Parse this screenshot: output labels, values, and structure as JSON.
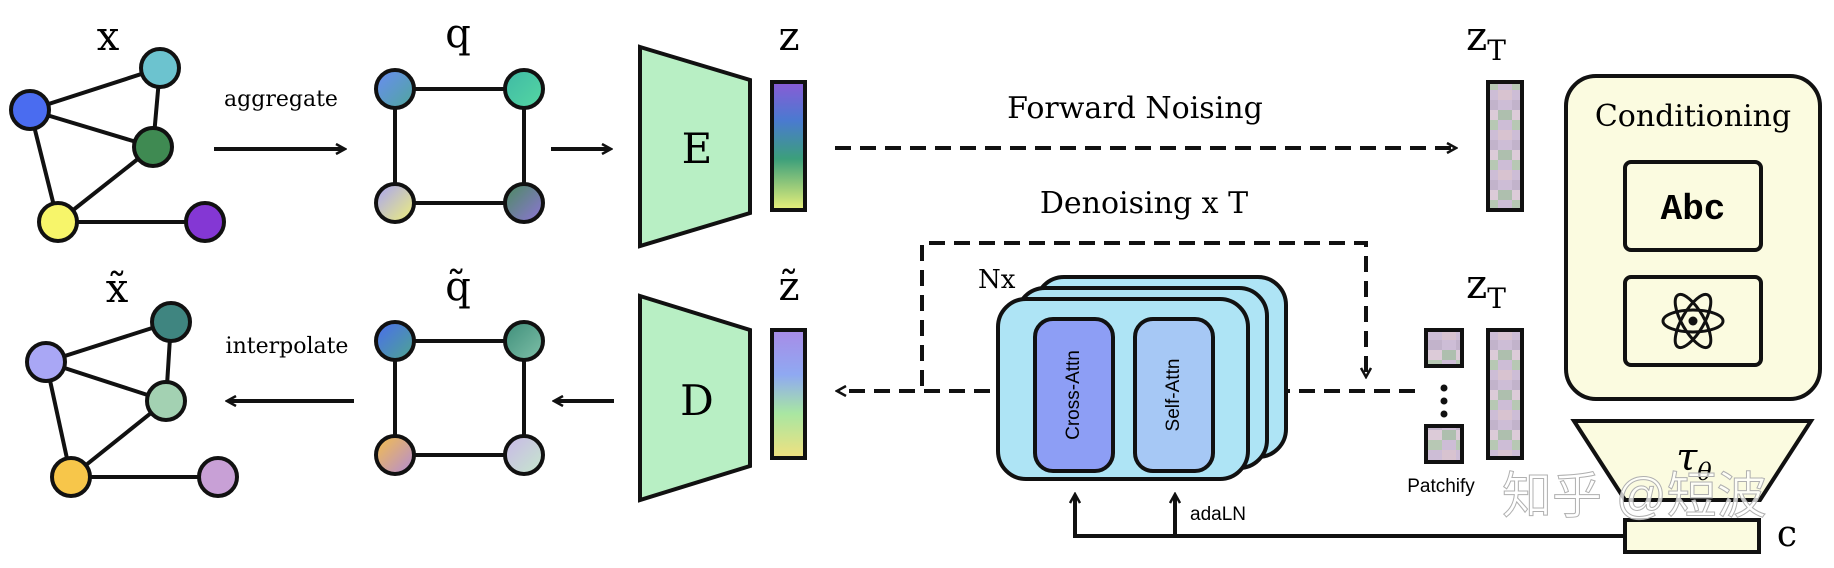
{
  "labels": {
    "x": "x",
    "q": "q",
    "z": "z",
    "zT_top": "z",
    "zT_sub": "T",
    "x_tilde": "x̃",
    "q_tilde": "q̃",
    "z_tilde": "z̃",
    "zT_bottom": "z",
    "zT_bottom_sub": "T",
    "aggregate": "aggregate",
    "interpolate": "interpolate",
    "encoder": "E",
    "decoder": "D",
    "forward_noising": "Forward Noising",
    "denoising": "Denoising x T",
    "nx": "Nx",
    "cross_attn": "Cross-Attn",
    "self_attn": "Self-Attn",
    "adaln": "adaLN",
    "patchify": "Patchify",
    "conditioning": "Conditioning",
    "abc": "Abc",
    "tau": "τ",
    "tau_sub": "θ",
    "c": "c",
    "watermark": "知乎 @短波"
  },
  "colors": {
    "encoder_fill": "#b8efc4",
    "block_fill": "#aee4f5",
    "attn_fill": "#8d9ef5",
    "self_attn_fill": "#a6c8f5",
    "conditioning_fill": "#fbfbe0",
    "stroke": "#111111"
  },
  "graph_nodes": [
    {
      "name": "node-blue",
      "color": "#4a6cf0"
    },
    {
      "name": "node-teal",
      "color": "#6cc3cf"
    },
    {
      "name": "node-green",
      "color": "#3f8a52"
    },
    {
      "name": "node-yellow",
      "color": "#f7f56a"
    },
    {
      "name": "node-purple",
      "color": "#8437d4"
    }
  ]
}
